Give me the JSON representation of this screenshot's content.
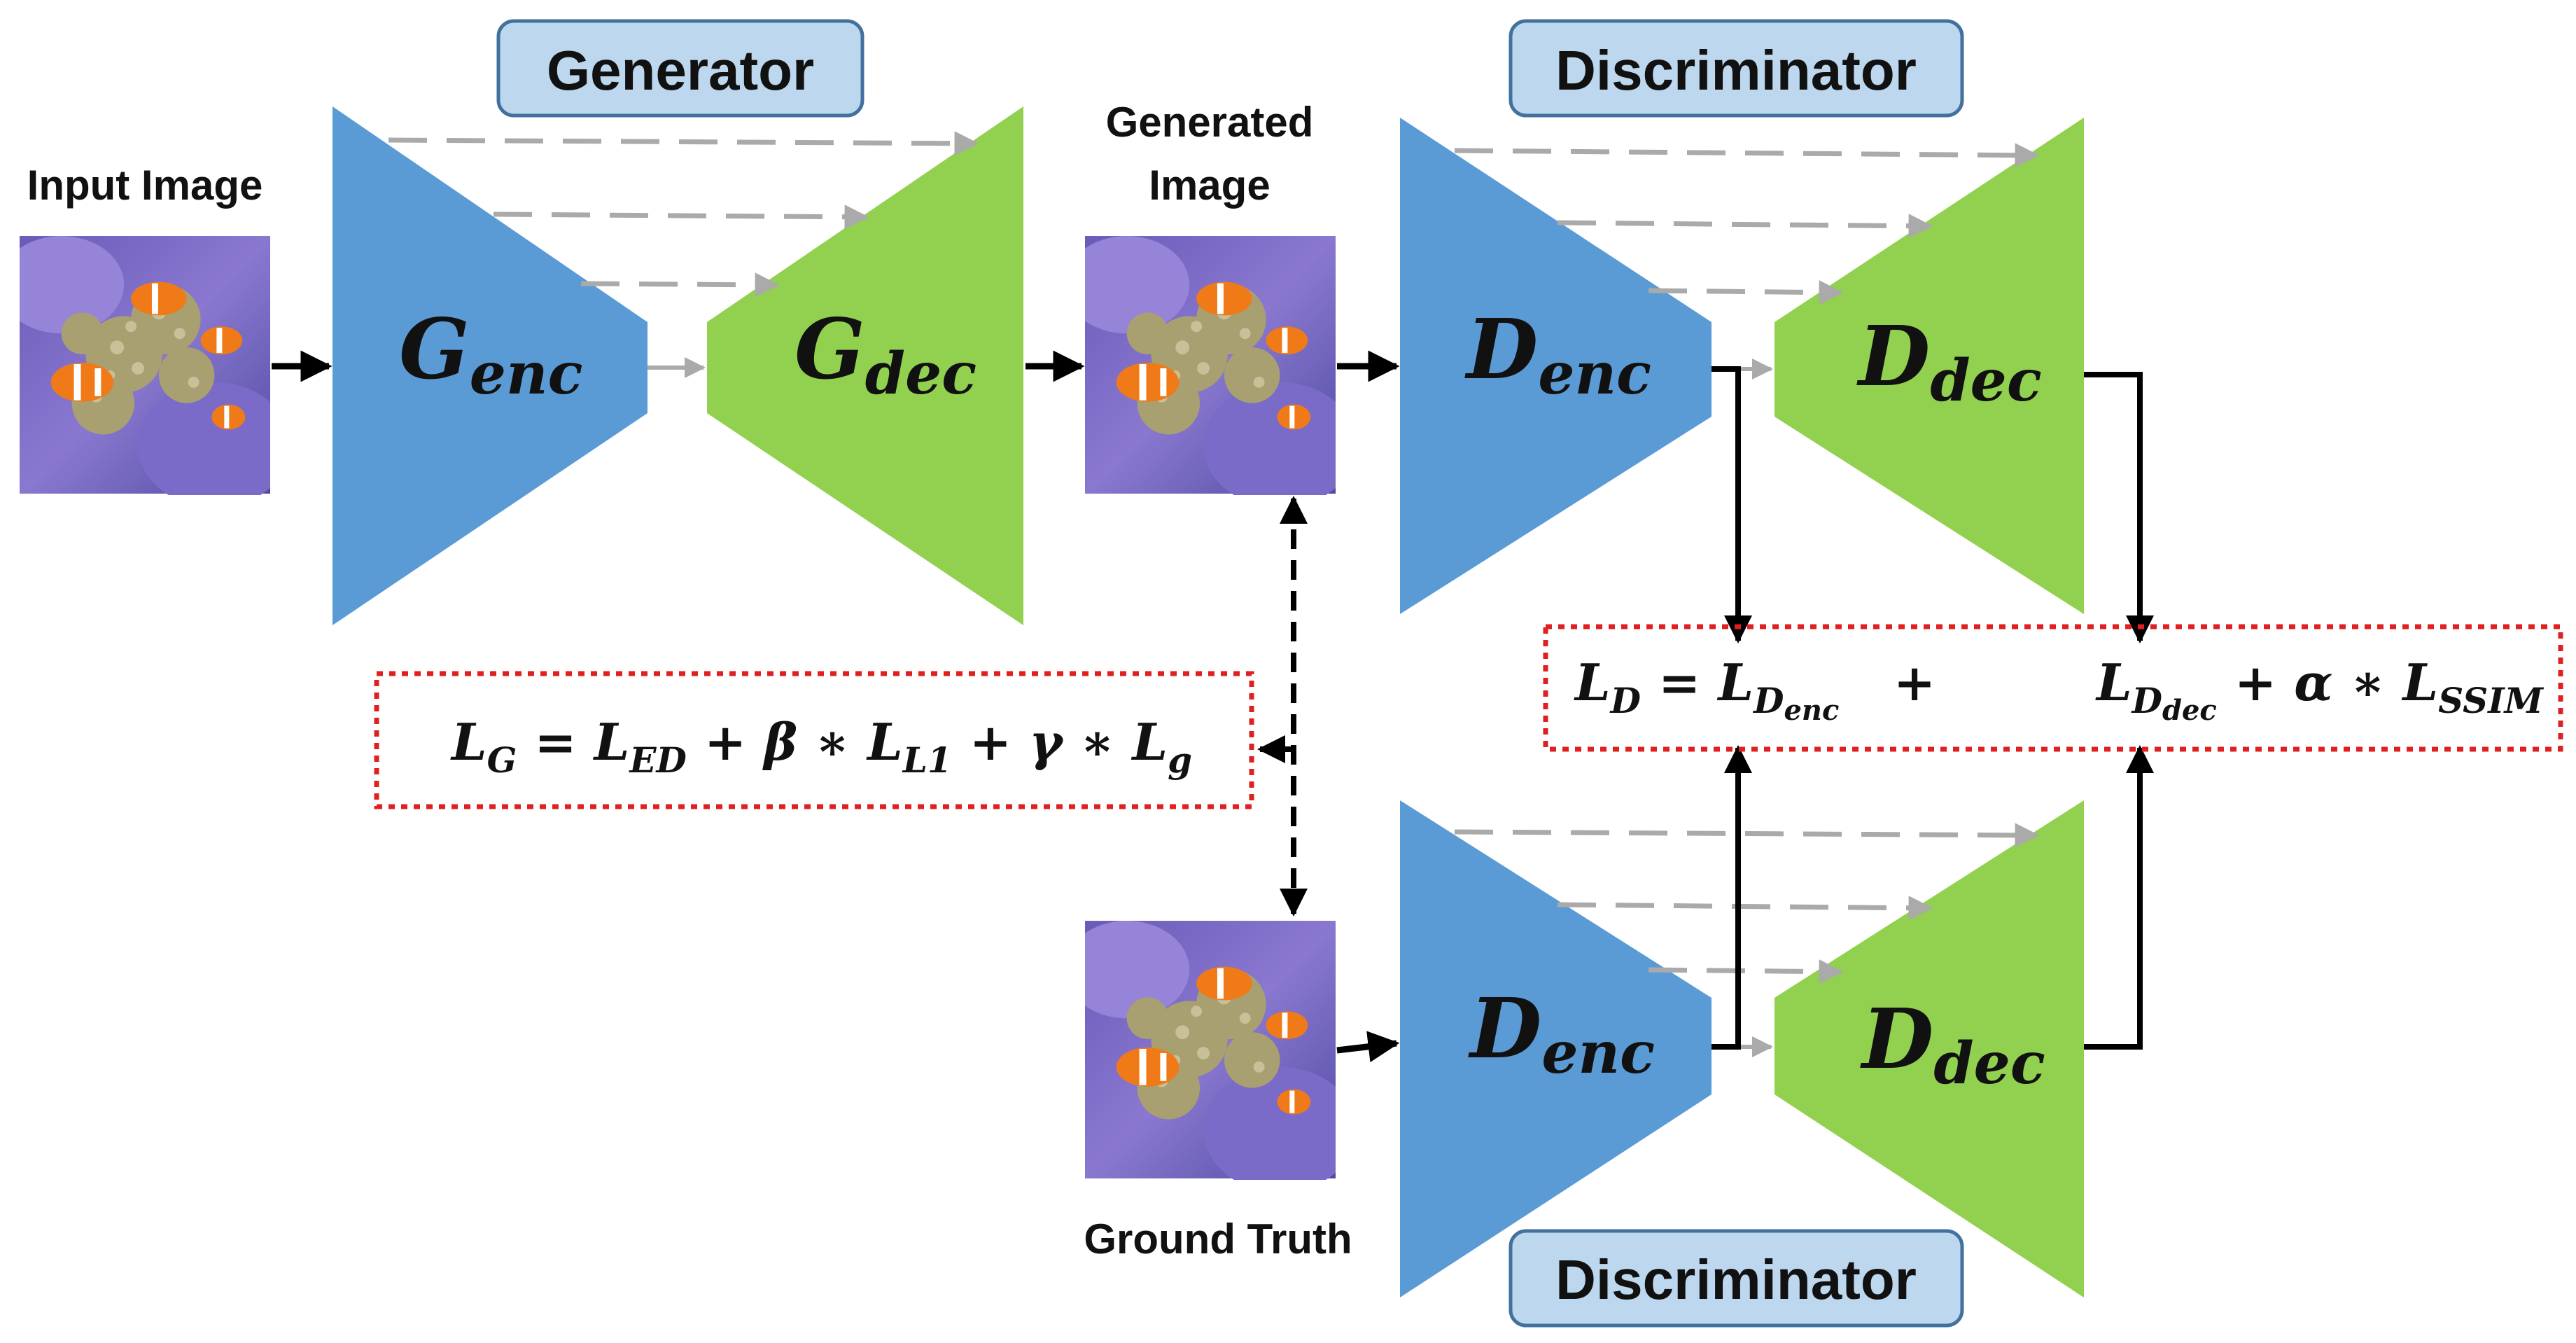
{
  "labels": {
    "generator": "Generator",
    "discriminator_top": "Discriminator",
    "discriminator_bottom": "Discriminator",
    "input_image": "Input Image",
    "generated_image_line1": "Generated",
    "generated_image_line2": "Image",
    "ground_truth": "Ground Truth"
  },
  "blocks": {
    "g_enc": {
      "main": "G",
      "sub": "enc"
    },
    "g_dec": {
      "main": "G",
      "sub": "dec"
    },
    "d_enc_top": {
      "main": "D",
      "sub": "enc"
    },
    "d_dec_top": {
      "main": "D",
      "sub": "dec"
    },
    "d_enc_bottom": {
      "main": "D",
      "sub": "enc"
    },
    "d_dec_bottom": {
      "main": "D",
      "sub": "dec"
    }
  },
  "equations": {
    "generator_loss": {
      "lhs": "L",
      "lhs_sub": "G",
      "t1": "L",
      "t1_sub": "ED",
      "beta": "β",
      "t2": "L",
      "t2_sub": "L1",
      "gamma": "γ",
      "t3": "L",
      "t3_sub": "g"
    },
    "discriminator_loss": {
      "lhs": "L",
      "lhs_sub": "D",
      "t1": "L",
      "t1_sub": "D",
      "t1_subsub": "enc",
      "t2": "L",
      "t2_sub": "D",
      "t2_subsub": "dec",
      "alpha": "α",
      "t3": "L",
      "t3_sub": "SSIM"
    }
  },
  "colors": {
    "encoder_blue": "#5b9bd5",
    "decoder_green": "#92d050",
    "label_box_fill": "#bdd7ee",
    "label_box_stroke": "#41719c",
    "loss_box_stroke": "#e02020",
    "skip_arrow": "#aaaaaa"
  }
}
